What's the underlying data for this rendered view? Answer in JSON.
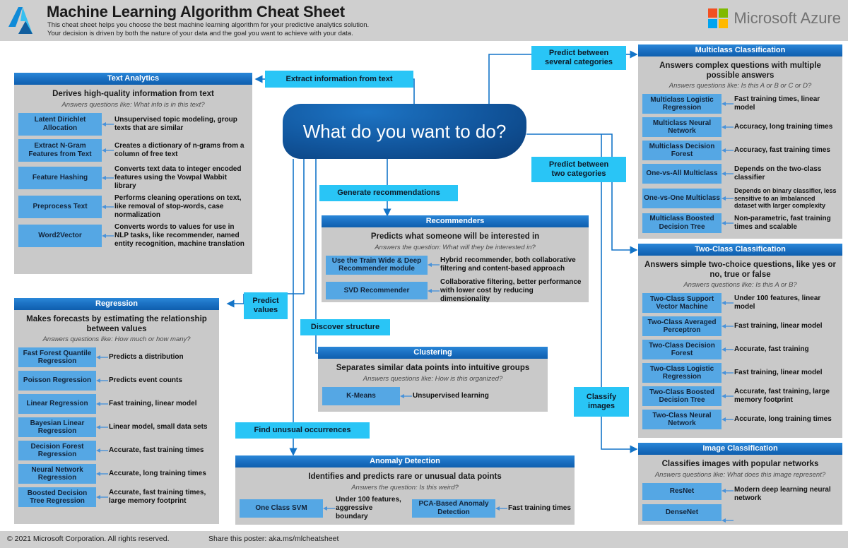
{
  "header": {
    "title": "Machine Learning Algorithm Cheat Sheet",
    "subtitle_line1": "This cheat sheet helps you choose the best machine learning algorithm for your predictive analytics solution.",
    "subtitle_line2": "Your decision is driven by both the nature of your data and the goal you want to achieve with your data.",
    "brand": "Microsoft Azure",
    "logo_icon": "azure-logo-icon",
    "brand_icon": "microsoft-squares-icon",
    "brand_colors": [
      "#f25022",
      "#7fba00",
      "#00a4ef",
      "#ffb900"
    ],
    "bg": "#cfcfcf"
  },
  "footer": {
    "copyright": "© 2021 Microsoft Corporation. All rights reserved.",
    "share": "Share this poster: aka.ms/mlcheatsheet"
  },
  "decision": {
    "question": "What do you want to do?"
  },
  "edge_labels": [
    {
      "id": "extract-information-from-text",
      "text": "Extract information from text"
    },
    {
      "id": "predict-between-several-categories",
      "text": "Predict between\nseveral categories"
    },
    {
      "id": "predict-between-two-categories",
      "text": "Predict between\ntwo categories"
    },
    {
      "id": "generate-recommendations",
      "text": "Generate recommendations"
    },
    {
      "id": "predict-values",
      "text": "Predict\nvalues"
    },
    {
      "id": "discover-structure",
      "text": "Discover structure"
    },
    {
      "id": "classify-images",
      "text": "Classify\nimages"
    },
    {
      "id": "find-unusual-occurrences",
      "text": "Find unusual occurrences"
    }
  ],
  "panels": {
    "text_analytics": {
      "header": "Text Analytics",
      "title": "Derives high-quality information from text",
      "question": "Answers questions like: What info is in this text?",
      "algorithms": [
        {
          "name": "Latent Dirichlet Allocation",
          "desc": "Unsupervised topic modeling, group texts that are similar"
        },
        {
          "name": "Extract N-Gram Features from Text",
          "desc": "Creates a dictionary of n-grams from a column of free text"
        },
        {
          "name": "Feature Hashing",
          "desc": "Converts text data to integer encoded features using the Vowpal Wabbit library"
        },
        {
          "name": "Preprocess Text",
          "desc": "Performs cleaning operations on text, like removal of stop-words, case normalization"
        },
        {
          "name": "Word2Vector",
          "desc": "Converts words to values for use in NLP tasks, like recommender, named entity recognition, machine translation"
        }
      ]
    },
    "regression": {
      "header": "Regression",
      "title": "Makes forecasts by estimating the relationship between values",
      "question": "Answers questions like: How much or how many?",
      "algorithms": [
        {
          "name": "Fast Forest Quantile Regression",
          "desc": "Predicts a distribution"
        },
        {
          "name": "Poisson Regression",
          "desc": "Predicts event counts"
        },
        {
          "name": "Linear Regression",
          "desc": "Fast training, linear model"
        },
        {
          "name": "Bayesian Linear Regression",
          "desc": "Linear model, small data sets"
        },
        {
          "name": "Decision Forest Regression",
          "desc": "Accurate, fast training times"
        },
        {
          "name": "Neural Network Regression",
          "desc": "Accurate, long training times"
        },
        {
          "name": "Boosted Decision Tree Regression",
          "desc": "Accurate, fast training times, large memory footprint"
        }
      ]
    },
    "recommenders": {
      "header": "Recommenders",
      "title": "Predicts what someone will be interested in",
      "question": "Answers the question: What will they be interested in?",
      "algorithms": [
        {
          "name": "Use the Train Wide & Deep Recommender module",
          "desc": "Hybrid recommender, both collaborative filtering and content-based approach"
        },
        {
          "name": "SVD Recommender",
          "desc": "Collaborative filtering, better performance with lower cost by reducing dimensionality"
        }
      ]
    },
    "clustering": {
      "header": "Clustering",
      "title": "Separates similar data points into intuitive groups",
      "question": "Answers questions like: How is this organized?",
      "algorithms": [
        {
          "name": "K-Means",
          "desc": "Unsupervised learning"
        }
      ]
    },
    "anomaly_detection": {
      "header": "Anomaly Detection",
      "title": "Identifies and predicts rare or unusual data points",
      "question": "Answers the question: Is this weird?",
      "algorithms": [
        {
          "name": "One Class SVM",
          "desc": "Under 100 features, aggressive boundary"
        },
        {
          "name": "PCA-Based Anomaly Detection",
          "desc": "Fast training times"
        }
      ]
    },
    "multiclass_classification": {
      "header": "Multiclass Classification",
      "title": "Answers complex questions with multiple possible answers",
      "question": "Answers questions like: Is this A or B or C or D?",
      "algorithms": [
        {
          "name": "Multiclass Logistic Regression",
          "desc": "Fast training times, linear model"
        },
        {
          "name": "Multiclass Neural Network",
          "desc": "Accuracy, long training times"
        },
        {
          "name": "Multiclass Decision Forest",
          "desc": "Accuracy, fast training times"
        },
        {
          "name": "One-vs-All Multiclass",
          "desc": "Depends on the two-class classifier"
        },
        {
          "name": "One-vs-One Multiclass",
          "desc": "Depends on binary classifier, less sensitive to an imbalanced dataset with larger complexity"
        },
        {
          "name": "Multiclass Boosted Decision Tree",
          "desc": "Non-parametric, fast training times and scalable"
        }
      ]
    },
    "two_class_classification": {
      "header": "Two-Class Classification",
      "title": "Answers simple two-choice questions, like yes or no, true or false",
      "question": "Answers questions like: Is this A or B?",
      "algorithms": [
        {
          "name": "Two-Class Support Vector Machine",
          "desc": "Under 100 features, linear model"
        },
        {
          "name": "Two-Class Averaged Perceptron",
          "desc": "Fast training, linear model"
        },
        {
          "name": "Two-Class Decision Forest",
          "desc": "Accurate, fast training"
        },
        {
          "name": "Two-Class Logistic Regression",
          "desc": "Fast training, linear model"
        },
        {
          "name": "Two-Class Boosted Decision Tree",
          "desc": "Accurate, fast training, large memory footprint"
        },
        {
          "name": "Two-Class Neural Network",
          "desc": "Accurate, long training times"
        }
      ]
    },
    "image_classification": {
      "header": "Image Classification",
      "title": "Classifies images with popular networks",
      "question": "Answers questions like: What does this image represent?",
      "algorithms": [
        {
          "name": "ResNet",
          "desc": "Modern deep learning neural network"
        },
        {
          "name": "DenseNet",
          "desc": ""
        }
      ]
    }
  },
  "colors": {
    "header_blue_dark": "#0f5fae",
    "header_blue_light": "#2a87d8",
    "algo_blue": "#55a7e4",
    "label_cyan": "#29c5f6",
    "panel_gray": "#c9c9c9",
    "wire_blue": "#1374c8",
    "node_blue": "#11559c"
  }
}
